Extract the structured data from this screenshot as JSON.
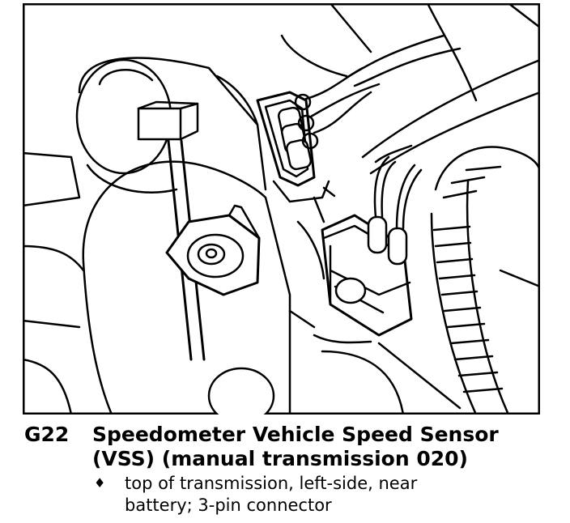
{
  "caption": {
    "code": "G22",
    "title_line1": "Speedometer Vehicle Speed Sensor",
    "title_line2": "(VSS)  (manual transmission 020)"
  },
  "note": {
    "bullet_icon": "diamond-bullet-icon",
    "line1": "top of transmission, left-side, near",
    "line2": "battery;  3-pin connector"
  }
}
